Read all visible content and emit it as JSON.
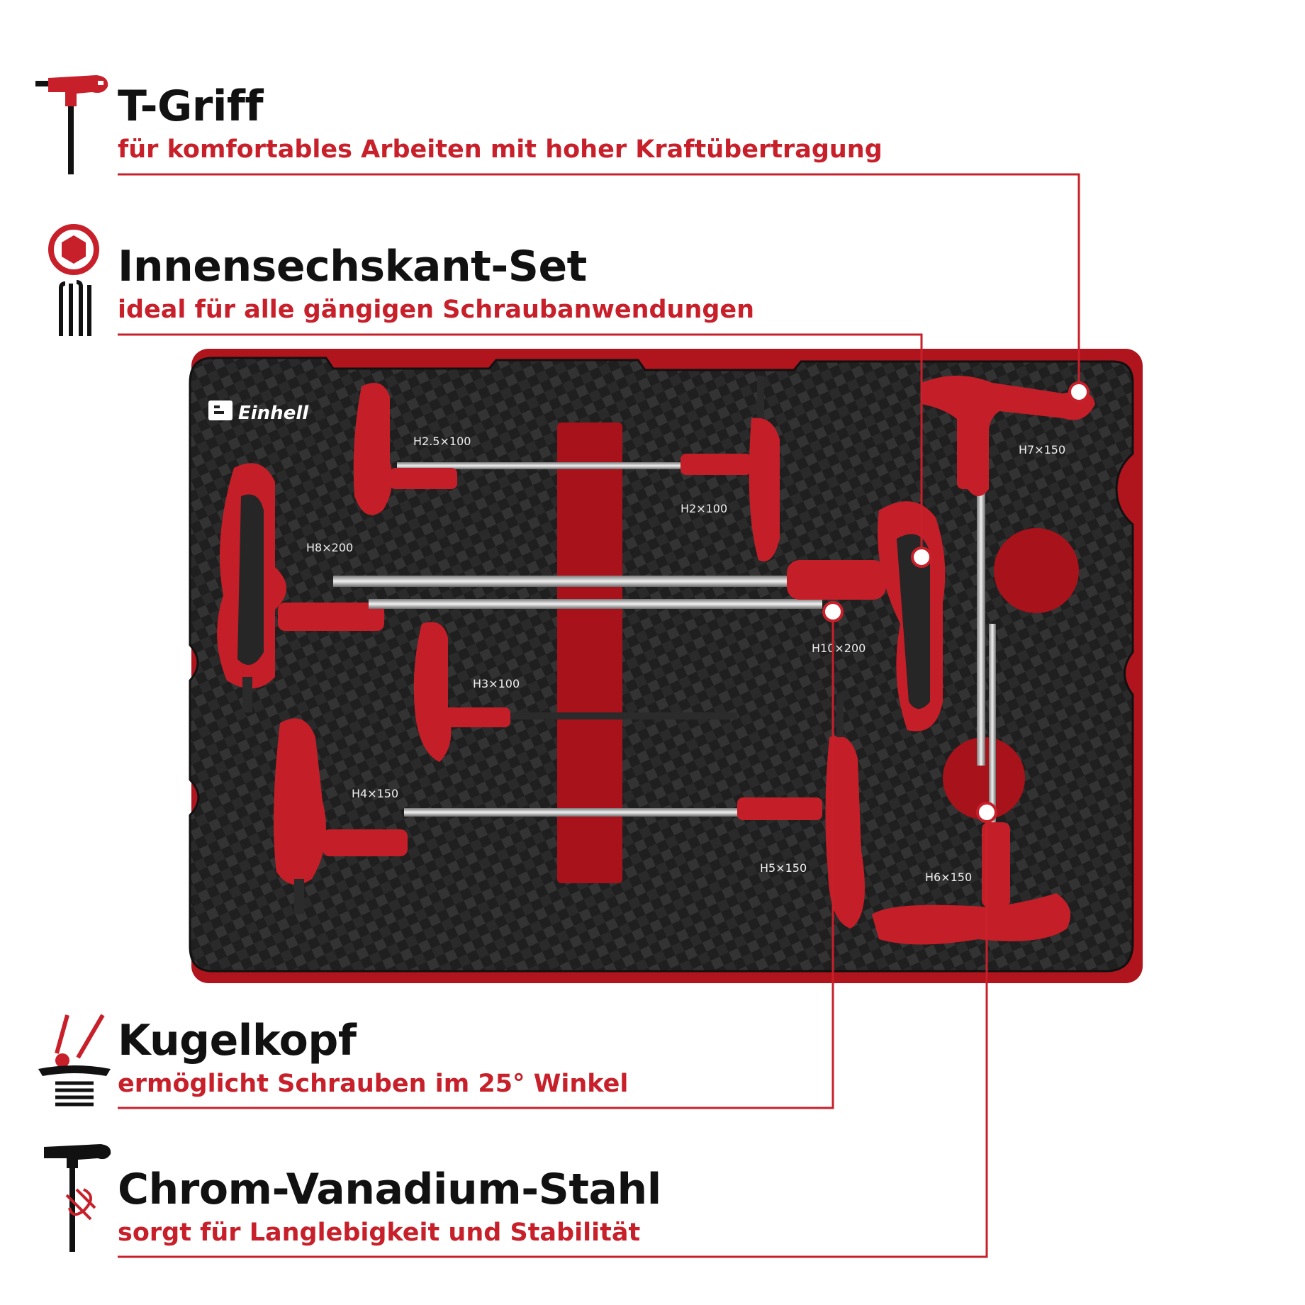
{
  "features": [
    {
      "title": "T-Griff",
      "subtitle": "für komfortables Arbeiten mit hoher Kraftübertragung",
      "icon": "t-handle-icon"
    },
    {
      "title": "Innensechskant-Set",
      "subtitle": "ideal für alle gängigen Schraubanwendungen",
      "icon": "hex-key-set-icon"
    },
    {
      "title": "Kugelkopf",
      "subtitle": "ermöglicht Schrauben im 25° Winkel",
      "icon": "ball-head-icon"
    },
    {
      "title": "Chrom-Vanadium-Stahl",
      "subtitle": "sorgt für Langlebigkeit und Stabilität",
      "icon": "chrome-vanadium-icon"
    }
  ],
  "brand": {
    "name": "Einhell"
  },
  "tool_sizes": [
    "H2.5×100",
    "H2×100",
    "H8×200",
    "H7×150",
    "H10×200",
    "H3×100",
    "H4×150",
    "H5×150",
    "H6×150"
  ],
  "colors": {
    "accent": "#c8202a",
    "text": "#111111",
    "tray": "#1c1c1c",
    "tray_light": "#3a3a3a",
    "white": "#ffffff"
  }
}
